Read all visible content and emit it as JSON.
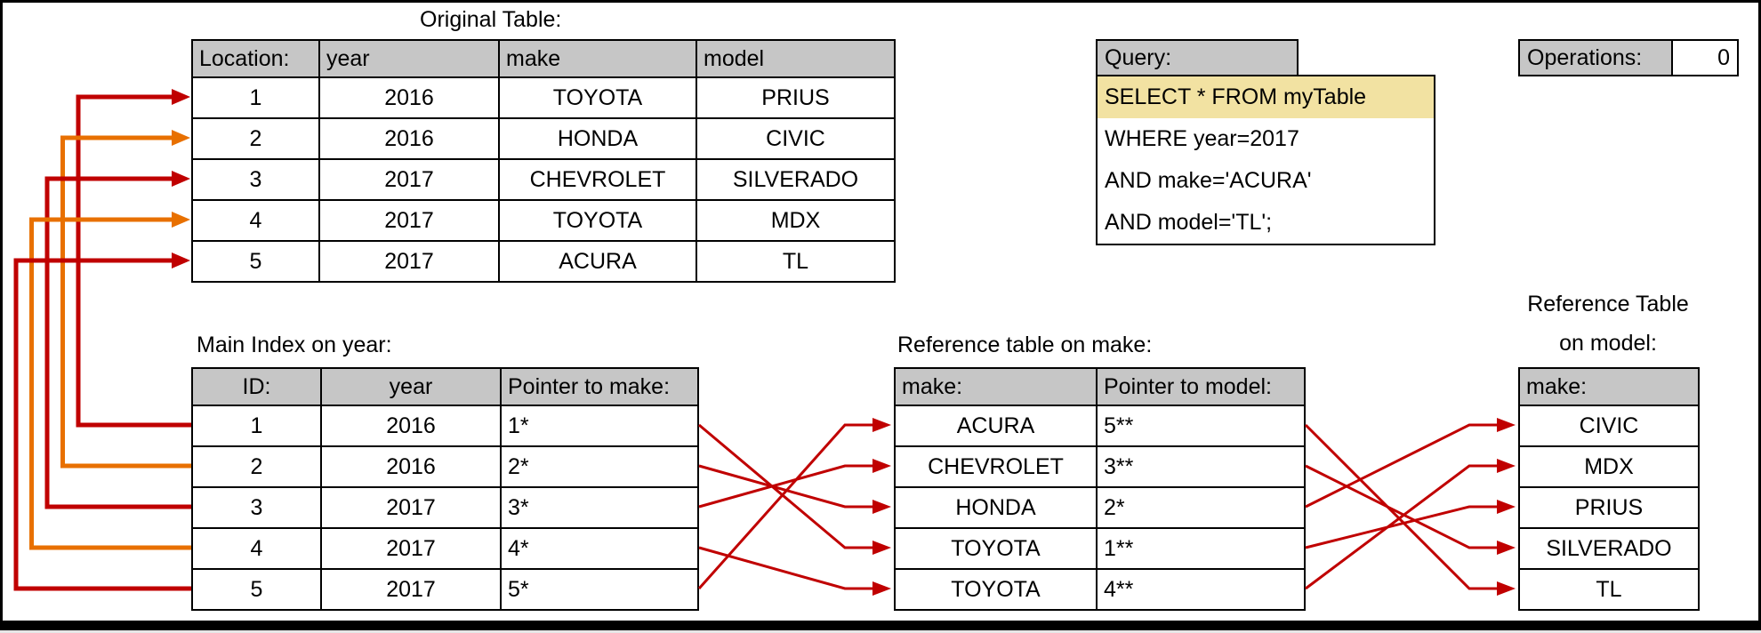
{
  "original_table": {
    "title": "Original Table:",
    "headers": [
      "Location:",
      "year",
      "make",
      "model"
    ],
    "rows": [
      [
        "1",
        "2016",
        "TOYOTA",
        "PRIUS"
      ],
      [
        "2",
        "2016",
        "HONDA",
        "CIVIC"
      ],
      [
        "3",
        "2017",
        "CHEVROLET",
        "SILVERADO"
      ],
      [
        "4",
        "2017",
        "TOYOTA",
        "MDX"
      ],
      [
        "5",
        "2017",
        "ACURA",
        "TL"
      ]
    ]
  },
  "query": {
    "title": "Query:",
    "lines": [
      "SELECT * FROM myTable",
      "WHERE year=2017",
      "AND make='ACURA'",
      "AND model='TL';"
    ],
    "highlight_line": 0,
    "highlight_color": "#f2e2a2"
  },
  "operations": {
    "label": "Operations:",
    "value": "0"
  },
  "main_index": {
    "title": "Main Index on year:",
    "headers": [
      "ID:",
      "year",
      "Pointer to make:"
    ],
    "rows": [
      [
        "1",
        "2016",
        "1*"
      ],
      [
        "2",
        "2016",
        "2*"
      ],
      [
        "3",
        "2017",
        "3*"
      ],
      [
        "4",
        "2017",
        "4*"
      ],
      [
        "5",
        "2017",
        "5*"
      ]
    ]
  },
  "ref_make": {
    "title": "Reference table on make:",
    "headers": [
      "make:",
      "Pointer to model:"
    ],
    "rows": [
      [
        "ACURA",
        "5**"
      ],
      [
        "CHEVROLET",
        "3**"
      ],
      [
        "HONDA",
        "2*"
      ],
      [
        "TOYOTA",
        "1**"
      ],
      [
        "TOYOTA",
        "4**"
      ]
    ]
  },
  "ref_model": {
    "title_line1": "Reference Table",
    "title_line2": "on model:",
    "headers": [
      "make:"
    ],
    "rows": [
      [
        "CIVIC"
      ],
      [
        "MDX"
      ],
      [
        "PRIUS"
      ],
      [
        "SILVERADO"
      ],
      [
        "TL"
      ]
    ]
  },
  "arrows": {
    "colors": {
      "red": "#c00000",
      "orange": "#e87000"
    },
    "left_links": [
      {
        "from_row": 0,
        "to_row": 0,
        "color": "red"
      },
      {
        "from_row": 1,
        "to_row": 1,
        "color": "orange"
      },
      {
        "from_row": 2,
        "to_row": 2,
        "color": "red"
      },
      {
        "from_row": 3,
        "to_row": 3,
        "color": "orange"
      },
      {
        "from_row": 4,
        "to_row": 4,
        "color": "red"
      }
    ],
    "make_links": [
      {
        "from_row": 0,
        "to_row": 3
      },
      {
        "from_row": 1,
        "to_row": 2
      },
      {
        "from_row": 2,
        "to_row": 1
      },
      {
        "from_row": 3,
        "to_row": 4
      },
      {
        "from_row": 4,
        "to_row": 0
      }
    ],
    "model_links": [
      {
        "from_row": 0,
        "to_row": 4
      },
      {
        "from_row": 1,
        "to_row": 3
      },
      {
        "from_row": 2,
        "to_row": 0
      },
      {
        "from_row": 3,
        "to_row": 2
      },
      {
        "from_row": 4,
        "to_row": 1
      }
    ]
  }
}
